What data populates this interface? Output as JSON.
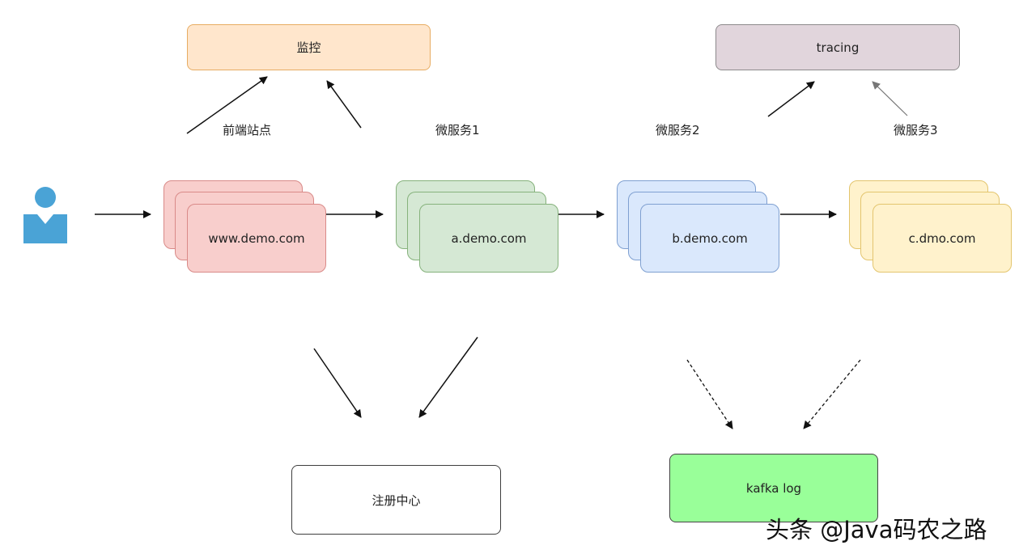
{
  "boxes": {
    "monitor": "监控",
    "tracing": "tracing",
    "registry": "注册中心",
    "kafka": "kafka log"
  },
  "services": [
    {
      "label": "前端站点",
      "host": "www.demo.com",
      "color": "#f8cecc"
    },
    {
      "label": "微服务1",
      "host": "a.demo.com",
      "color": "#d5e8d4"
    },
    {
      "label": "微服务2",
      "host": "b.demo.com",
      "color": "#dae8fc"
    },
    {
      "label": "微服务3",
      "host": "c.dmo.com",
      "color": "#fff2cc"
    }
  ],
  "user_icon": "user-icon",
  "watermark": "头条 @Java码农之路"
}
